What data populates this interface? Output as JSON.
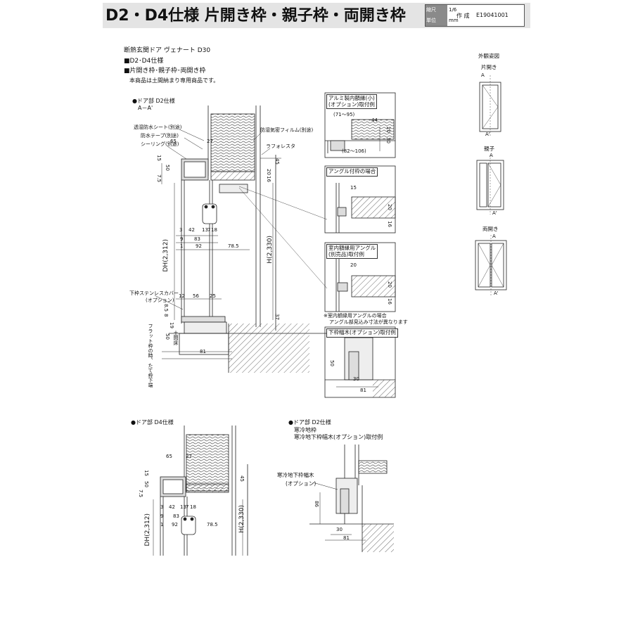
{
  "header": {
    "title": "D2・D4仕様 片開き枠・親子枠・両開き枠",
    "scale_label": "縮尺",
    "scale_value": "1/6",
    "unit_label": "単位",
    "unit_value": "mm",
    "ref_label": "作 成",
    "ref_value": "E19041001"
  },
  "intro": {
    "line1": "断熱玄関ドア ヴェナート D30",
    "line2": "■D2･D4仕様",
    "line3": "■片開き枠･親子枠･両開き枠",
    "note": "本商品は土間納まり専用商品です。"
  },
  "section_d2": {
    "title": "●ドア部 D2仕様",
    "subtitle": "A－A'",
    "callouts": [
      "透湿防水シート(別途)",
      "防水テープ(別途)",
      "シーリング(別途)",
      "防湿気密フィルム(別途)",
      "ラフォレスタ",
      "下枠ステンレスカバー",
      "(オプション)",
      "フラット枠の時、たて枠下端"
    ],
    "dims_top": [
      "65",
      "27"
    ],
    "dims_left": [
      "15",
      "50",
      "7.5"
    ],
    "dims_row1": [
      "3",
      "42",
      "13",
      "7",
      "18"
    ],
    "dims_row2": [
      "9",
      "83"
    ],
    "dims_row3": [
      "1",
      "92",
      "78.5"
    ],
    "dims_right": [
      "45",
      "16",
      "20"
    ],
    "dims_bottom": [
      "12",
      "56",
      "25"
    ],
    "dims_sill": [
      "8.5",
      "8",
      "19",
      "37",
      "50",
      "81"
    ],
    "dh_label": "DH(2,312)",
    "h_label": "H(2,330)",
    "floor_note": "土間床"
  },
  "detail_alumi": {
    "title1": "アルミ製内額縁(小)",
    "title2": "(オプション)取付例",
    "dim_a": "(71～95)",
    "dim_b": "44",
    "dim_c": "30",
    "dim_d": "20",
    "dim_e": "(82～106)"
  },
  "detail_angle": {
    "title": "アングル付枠の場合",
    "dim_a": "15",
    "dim_b": "20",
    "dim_c": "16"
  },
  "detail_inner": {
    "title1": "室内額縁用アングル",
    "title2": "(別売品)取付例",
    "dim_a": "20",
    "dim_b": "20",
    "dim_c": "16",
    "note1": "※室内額縁用アングルの場合",
    "note2": "アングル部見込み寸法が異なります"
  },
  "detail_sill": {
    "title": "下枠幅木(オプション)取付例",
    "dim_a": "50",
    "dim_b": "30",
    "dim_c": "81"
  },
  "elevations": {
    "title": "外観姿図",
    "single": "片開き",
    "parent": "親子",
    "double": "両開き",
    "a": "A",
    "a_prime": "A'"
  },
  "section_d4": {
    "title": "●ドア部 D4仕様",
    "dims_top": [
      "65",
      "27"
    ],
    "dims_left": [
      "15",
      "50",
      "7.5"
    ],
    "dims_row1": [
      "3",
      "42",
      "13",
      "7",
      "18"
    ],
    "dims_row2": [
      "9",
      "83"
    ],
    "dims_row3": [
      "1",
      "92",
      "78.5"
    ],
    "dim_right": "45",
    "dh_label": "DH(2,312)",
    "h_label": "H(2,330)"
  },
  "section_cold": {
    "title": "●ドア部 D2仕様",
    "line2": "寒冷地枠",
    "line3": "寒冷地下枠幅木(オプション)取付例",
    "callout1": "寒冷地下枠幅木",
    "callout2": "(オプション)",
    "dim_a": "86",
    "dim_b": "30",
    "dim_c": "81"
  }
}
